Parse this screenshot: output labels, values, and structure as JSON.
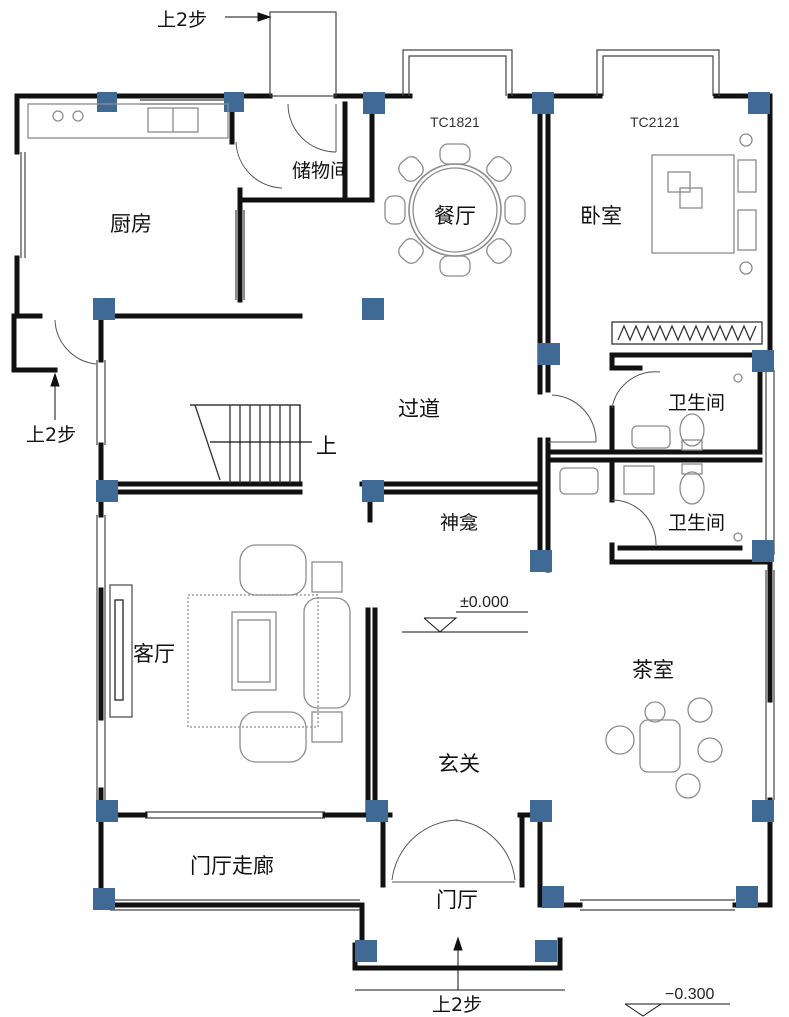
{
  "rooms": {
    "kitchen": "厨房",
    "storage": "储物间",
    "dining": "餐厅",
    "bedroom": "卧室",
    "corridor": "过道",
    "bath_upper": "卫生间",
    "bath_lower": "卫生间",
    "shrine": "神龛",
    "living": "客厅",
    "tea_room": "茶室",
    "foyer": "玄关",
    "entrance_corridor": "门厅走廊",
    "entrance_hall": "门厅"
  },
  "window_codes": {
    "dining": "TC1821",
    "bedroom": "TC2121"
  },
  "stairs": {
    "top": "上2步",
    "left": "上2步",
    "bottom": "上2步",
    "inner_stair": "上"
  },
  "levels": {
    "floor": "±0.000",
    "outside": "−0.300"
  },
  "colors": {
    "wall": "#111111",
    "column": "#3f6a96",
    "furniture": "#8c8c8c",
    "window": "#444444"
  }
}
